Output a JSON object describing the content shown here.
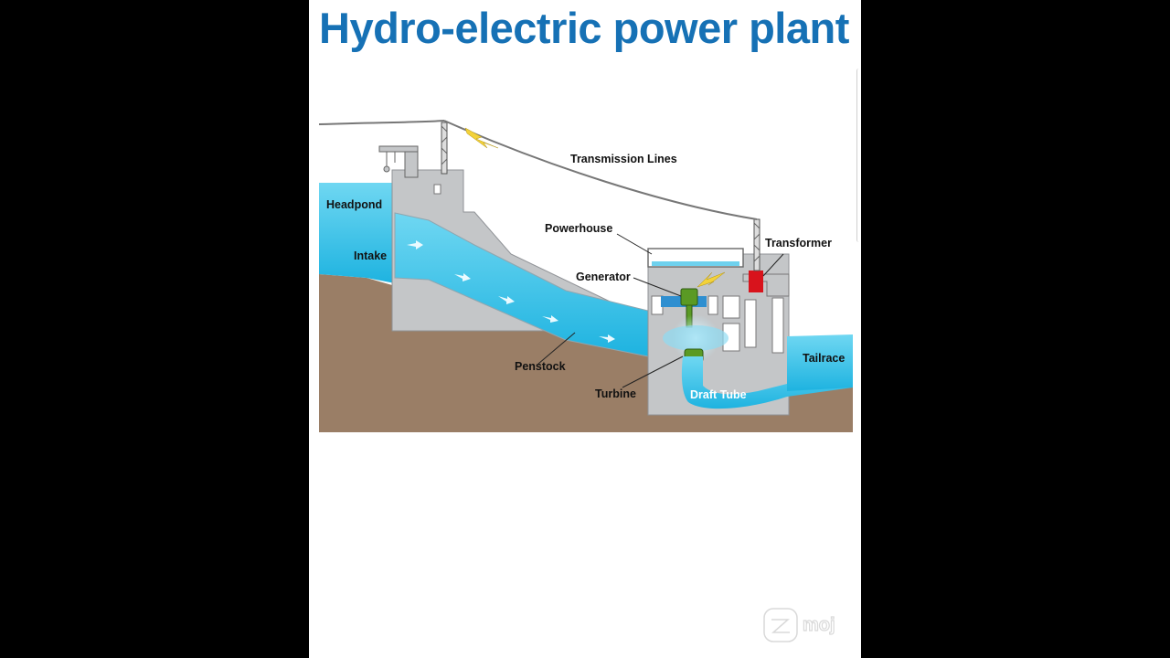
{
  "title": "Hydro-electric power plant",
  "labels": {
    "transmission_lines": "Transmission Lines",
    "headpond": "Headpond",
    "intake": "Intake",
    "powerhouse": "Powerhouse",
    "transformer": "Transformer",
    "generator": "Generator",
    "tailrace": "Tailrace",
    "penstock": "Penstock",
    "turbine": "Turbine",
    "draft_tube": "Draft Tube"
  },
  "watermark": "moj",
  "colors": {
    "title": "#1671b5",
    "water": "#27c0e8",
    "ground": "#9a7e66",
    "concrete": "#c4c6c8",
    "transformer": "#d8131c",
    "generator": "#5a9a24"
  }
}
